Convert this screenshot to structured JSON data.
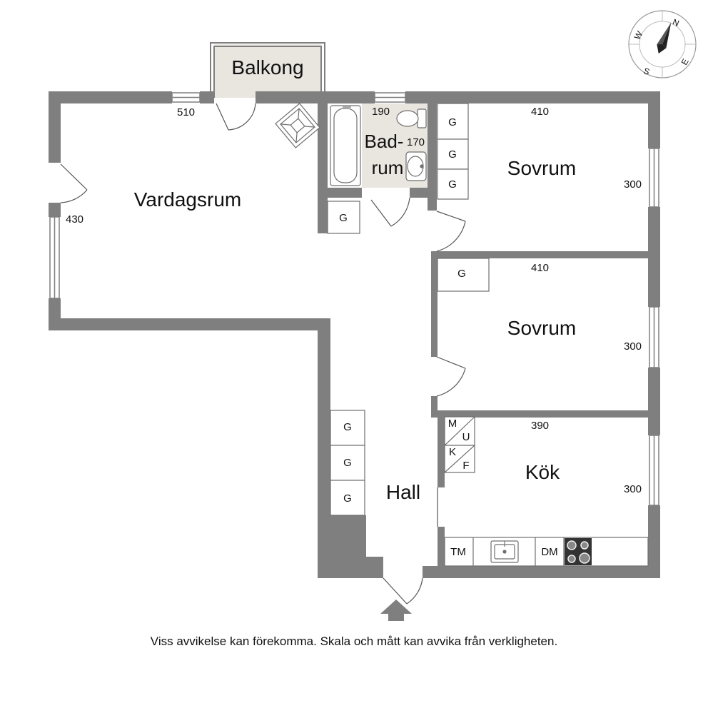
{
  "rooms": {
    "balkong": "Balkong",
    "vardagsrum": "Vardagsrum",
    "badrum_line1": "Bad-",
    "badrum_line2": "rum",
    "sovrum_1": "Sovrum",
    "sovrum_2": "Sovrum",
    "kok": "Kök",
    "hall": "Hall"
  },
  "dimensions": {
    "vardagsrum_width": "510",
    "vardagsrum_depth": "430",
    "badrum_width": "190",
    "badrum_depth": "170",
    "sovrum_1_width": "410",
    "sovrum_1_depth": "300",
    "sovrum_2_width": "410",
    "sovrum_2_depth": "300",
    "kok_width": "390",
    "kok_depth": "300"
  },
  "fixtures": {
    "wardrobe": "G",
    "fridge_top": "M",
    "fridge_bottom": "U",
    "freezer_top": "K",
    "freezer_bottom": "F",
    "dishwasher": "DM",
    "washer": "TM"
  },
  "compass": {
    "n": "N",
    "e": "E",
    "s": "S",
    "w": "W"
  },
  "colors": {
    "wall": "#7f7f7f",
    "wet_floor": "#e9e5df",
    "fixture_stroke": "#6f6f6f",
    "ink": "#111111"
  },
  "disclaimer": "Viss avvikelse kan förekomma. Skala och mått kan avvika från verkligheten."
}
